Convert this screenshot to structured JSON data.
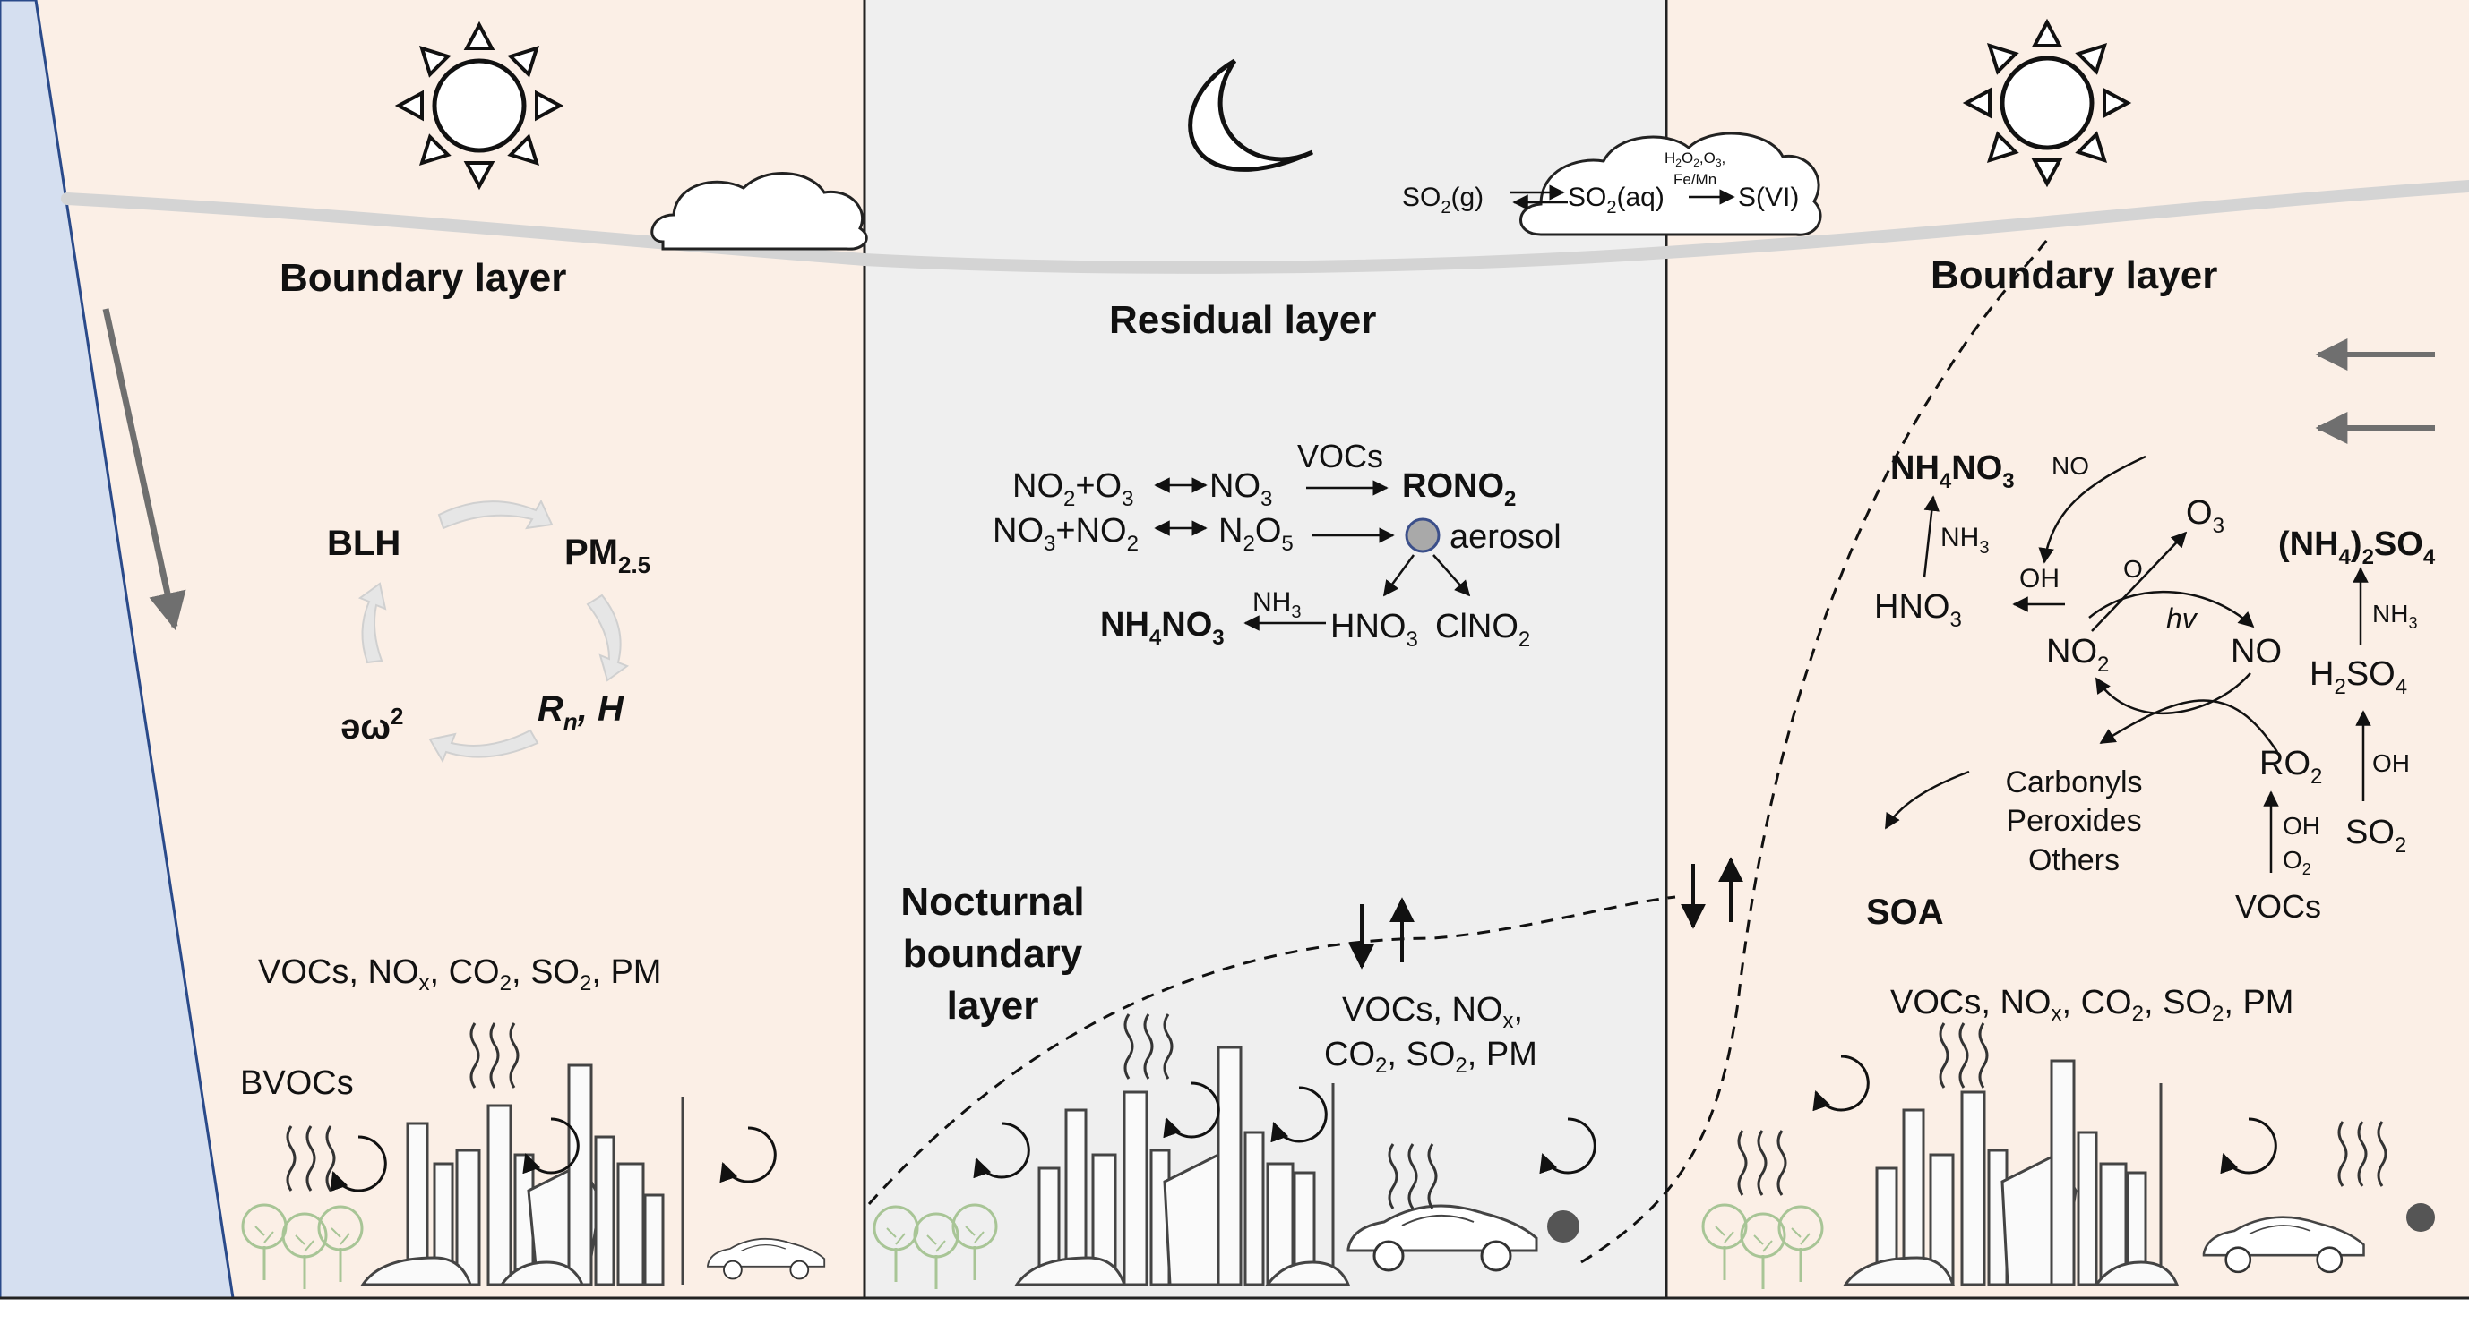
{
  "panels": {
    "day1": {
      "layer_label": "Boundary layer",
      "cycle": {
        "blh": "BLH",
        "pm": "PM",
        "pm_sub": "2.5",
        "rn": "R",
        "rn_sub": "n",
        "rn_tail": ", H",
        "w": "əω",
        "w_sup": "2"
      },
      "emissions": {
        "t1": "VOCs, NO",
        "s1": "x",
        "t2": ", CO",
        "s2": "2",
        "t3": ", SO",
        "s3": "2",
        "t4": ", PM"
      },
      "bvocs": "BVOCs"
    },
    "night": {
      "layer_label": "Residual layer",
      "cloud": {
        "so2g": "SO",
        "so2g_sub": "2",
        "so2g_tail": "(g)",
        "so2aq": "SO",
        "so2aq_sub": "2",
        "so2aq_tail": "(aq)",
        "svi": "S(VI)",
        "ox1": "H",
        "ox1_sub": "2",
        "ox2": "O",
        "ox2_sub": "2",
        "ox3": ",O",
        "ox3_sub": "3",
        "ox4": ",",
        "ox_line2": "Fe/Mn"
      },
      "chem": {
        "r1a": "NO",
        "r1a_sub": "2",
        "r1b": "+O",
        "r1b_sub": "3",
        "r1c": "NO",
        "r1c_sub": "3",
        "vocs": "VOCs",
        "rono2": "RONO",
        "rono2_sub": "2",
        "r2a": "NO",
        "r2a_sub": "3",
        "r2b": "+NO",
        "r2b_sub": "2",
        "n2o5a": "N",
        "n2o5a_sub": "2",
        "n2o5b": "O",
        "n2o5b_sub": "5",
        "aerosol": "aerosol",
        "nh3": "NH",
        "nh3_sub": "3",
        "nh4no3a": "NH",
        "nh4no3a_sub": "4",
        "nh4no3b": "NO",
        "nh4no3b_sub": "3",
        "hno3": "HNO",
        "hno3_sub": "3",
        "clno2": "ClNO",
        "clno2_sub": "2"
      },
      "nbl": [
        "Nocturnal",
        "boundary",
        "layer"
      ],
      "emissions": {
        "t1": "VOCs, NO",
        "s1": "x",
        "t1b": ",",
        "t2": "CO",
        "s2": "2",
        "t3": ", SO",
        "s3": "2",
        "t4": ", PM"
      }
    },
    "day2": {
      "layer_label": "Boundary layer",
      "chem": {
        "nh4no3a": "NH",
        "nh4no3a_sub": "4",
        "nh4no3b": "NO",
        "nh4no3b_sub": "3",
        "no_top": "NO",
        "nh3": "NH",
        "nh3_sub": "3",
        "o3": "O",
        "o3_sub": "3",
        "o": "O",
        "oh": "OH",
        "hno3": "HNO",
        "hno3_sub": "3",
        "hv": "hv",
        "no2": "NO",
        "no2_sub": "2",
        "no": "NO",
        "nh42so4a": "(NH",
        "nh42so4a_sub": "4",
        "nh42so4b": ")",
        "nh42so4b_sub": "2",
        "nh42so4c": "SO",
        "nh42so4c_sub": "4",
        "nh3b": "NH",
        "nh3b_sub": "3",
        "h2so4a": "H",
        "h2so4a_sub": "2",
        "h2so4b": "SO",
        "h2so4b_sub": "4",
        "oh2": "OH",
        "ro2": "RO",
        "ro2_sub": "2",
        "carbonyls": "Carbonyls",
        "peroxides": "Peroxides",
        "others": "Others",
        "oh3": "OH",
        "o2": "O",
        "o2_sub": "2",
        "so2": "SO",
        "so2_sub": "2",
        "soa": "SOA",
        "vocs": "VOCs"
      },
      "emissions": {
        "t1": "VOCs, NO",
        "s1": "x",
        "t2": ", CO",
        "s2": "2",
        "t3": ", SO",
        "s3": "2",
        "t4": ", PM"
      }
    }
  },
  "colors": {
    "day_bg": "#fbefe6",
    "night_bg": "#efefef",
    "mountain": "#d5dff0",
    "boundary_curve": "#d4d4d4",
    "arrow_gray": "#6f6f6f",
    "tree_green": "#a8c596"
  },
  "icons": [
    "sun-icon",
    "moon-icon",
    "cloud-icon",
    "city-skyline-icon",
    "car-icon",
    "tree-icon",
    "heat-wave-icon",
    "circular-arrow-icon"
  ]
}
